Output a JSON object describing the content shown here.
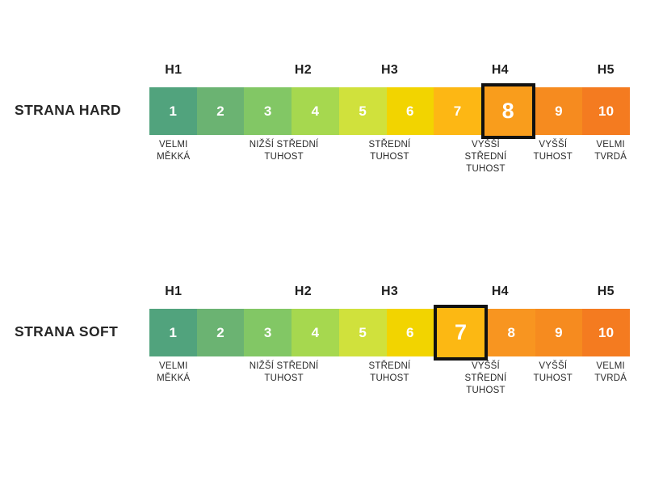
{
  "page": {
    "background": "#ffffff",
    "text_color": "#2b2b2b"
  },
  "palette": {
    "seg1": "#51a37d",
    "seg2": "#6bb372",
    "seg3": "#82c765",
    "seg4": "#a6d84f",
    "seg5": "#d0e13c",
    "seg6": "#f2d400",
    "seg7_hard": "#fdb714",
    "seg7_soft": "#fcb813",
    "seg8_hard": "#f99d1c",
    "seg8_soft": "#f89520",
    "seg9": "#f68b1f",
    "seg10": "#f47b20",
    "highlight_border": "#111111",
    "number_color": "#ffffff",
    "label_color": "#262626"
  },
  "scales": [
    {
      "id": "hard",
      "row_label": "STRANA HARD",
      "group_headers": [
        {
          "label": "H1",
          "center_pct": 5
        },
        {
          "label": "H2",
          "center_pct": 32
        },
        {
          "label": "H3",
          "center_pct": 50
        },
        {
          "label": "H4",
          "center_pct": 73
        },
        {
          "label": "H5",
          "center_pct": 95
        }
      ],
      "cells": [
        {
          "value": "1",
          "color": "#51a37d",
          "highlighted": false
        },
        {
          "value": "2",
          "color": "#6bb372",
          "highlighted": false
        },
        {
          "value": "3",
          "color": "#82c765",
          "highlighted": false
        },
        {
          "value": "4",
          "color": "#a6d84f",
          "highlighted": false
        },
        {
          "value": "5",
          "color": "#d0e13c",
          "highlighted": false
        },
        {
          "value": "6",
          "color": "#f2d400",
          "highlighted": false
        },
        {
          "value": "7",
          "color": "#fdb714",
          "highlighted": false
        },
        {
          "value": "8",
          "color": "#f99d1c",
          "highlighted": true
        },
        {
          "value": "9",
          "color": "#f68b1f",
          "highlighted": false
        },
        {
          "value": "10",
          "color": "#f47b20",
          "highlighted": false
        }
      ],
      "captions": [
        {
          "text": "VELMI\nMĚKKÁ",
          "center_pct": 5
        },
        {
          "text": "NIŽŠÍ STŘEDNÍ\nTUHOST",
          "center_pct": 28
        },
        {
          "text": "STŘEDNÍ\nTUHOST",
          "center_pct": 50
        },
        {
          "text": "VYŠŠÍ\nSTŘEDNÍ\nTUHOST",
          "center_pct": 70
        },
        {
          "text": "VYŠŠÍ\nTUHOST",
          "center_pct": 84
        },
        {
          "text": "VELMI\nTVRDÁ",
          "center_pct": 96
        }
      ]
    },
    {
      "id": "soft",
      "row_label": "STRANA SOFT",
      "group_headers": [
        {
          "label": "H1",
          "center_pct": 5
        },
        {
          "label": "H2",
          "center_pct": 32
        },
        {
          "label": "H3",
          "center_pct": 50
        },
        {
          "label": "H4",
          "center_pct": 73
        },
        {
          "label": "H5",
          "center_pct": 95
        }
      ],
      "cells": [
        {
          "value": "1",
          "color": "#51a37d",
          "highlighted": false
        },
        {
          "value": "2",
          "color": "#6bb372",
          "highlighted": false
        },
        {
          "value": "3",
          "color": "#82c765",
          "highlighted": false
        },
        {
          "value": "4",
          "color": "#a6d84f",
          "highlighted": false
        },
        {
          "value": "5",
          "color": "#d0e13c",
          "highlighted": false
        },
        {
          "value": "6",
          "color": "#f2d400",
          "highlighted": false
        },
        {
          "value": "7",
          "color": "#fcb813",
          "highlighted": true
        },
        {
          "value": "8",
          "color": "#f89520",
          "highlighted": false
        },
        {
          "value": "9",
          "color": "#f68b1f",
          "highlighted": false
        },
        {
          "value": "10",
          "color": "#f47b20",
          "highlighted": false
        }
      ],
      "captions": [
        {
          "text": "VELMI\nMĚKKÁ",
          "center_pct": 5
        },
        {
          "text": "NIŽŠÍ STŘEDNÍ\nTUHOST",
          "center_pct": 28
        },
        {
          "text": "STŘEDNÍ\nTUHOST",
          "center_pct": 50
        },
        {
          "text": "VYŠŠÍ\nSTŘEDNÍ\nTUHOST",
          "center_pct": 70
        },
        {
          "text": "VYŠŠÍ\nTUHOST",
          "center_pct": 84
        },
        {
          "text": "VELMI\nTVRDÁ",
          "center_pct": 96
        }
      ]
    }
  ]
}
